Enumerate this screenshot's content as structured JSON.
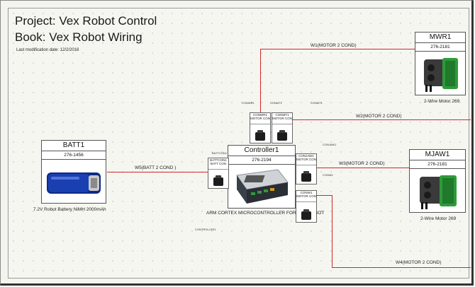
{
  "header": {
    "project": "Project: Vex Robot Control",
    "book": "Book: Vex Robot Wiring",
    "modified": "Last modification date:   12/2/2016"
  },
  "components": {
    "batt1": {
      "ref": "BATT1",
      "part": "276-1456",
      "caption": "7.2V Robot Battery NiMH 2000mAh"
    },
    "controller1": {
      "ref": "Controller1",
      "part": "276-2194",
      "caption": "ARM CORTEX MICROCONTROLLER FOR VEX ROBOT"
    },
    "mwr1": {
      "ref": "MWR1",
      "part": "276-2181",
      "caption": "2-Wire Motor 269"
    },
    "mjaw1": {
      "ref": "MJAW1",
      "part": "276-2181",
      "caption": "2-Wire Motor 269"
    }
  },
  "connectors": {
    "battcon1": "BATTCON1 BATT CON",
    "conwr1": "CONWR1 MOTOR CON",
    "conmt1": "CONMT1 MOTOR CON",
    "conjaw1": "CONJAW1 MOTOR CON",
    "conw1": "CONW1 MOTOR CON"
  },
  "tags": {
    "battcon1": "BATTCON1",
    "conwr1": "CONWR1",
    "conmt1": "CONMT1",
    "conmt1_right": "CONMT1",
    "conjaw1": "CONJAW1",
    "conw1": "CONW1",
    "controller_below": "CONTROLLER1"
  },
  "wires": {
    "w1": "W1(MOTOR 2 COND)",
    "w2": "W2(MOTOR 2 COND)",
    "w3": "W3(MOTOR 2 COND)",
    "w4": "W4(MOTOR 2 COND)",
    "w5": "W5(BATT 2 COND )"
  },
  "colors": {
    "wire": "#cc2a2a",
    "battery": "#1a3fb0",
    "motor": "#2e9a3a"
  }
}
